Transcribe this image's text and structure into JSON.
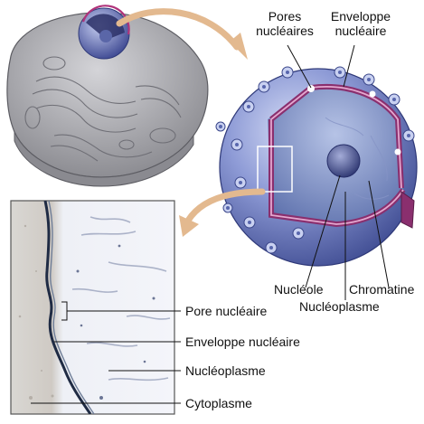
{
  "labels": {
    "pores_nucleaires": "Pores\nnucléaires",
    "enveloppe_nucleaire_top": "Enveloppe\nnucléaire",
    "nucleole": "Nucléole",
    "chromatine": "Chromatine",
    "nucleoplasme_mid": "Nucléoplasme",
    "pore_nucleaire": "Pore nucléaire",
    "enveloppe_nucleaire": "Enveloppe nucléaire",
    "nucleoplasme": "Nucléoplasme",
    "cytoplasme": "Cytoplasme"
  },
  "colors": {
    "nucleus_blue": "#7f8fcc",
    "nucleus_dark": "#3c4a8c",
    "envelope_pink": "#8a2f6e",
    "cell_grey": "#a9a9ad",
    "arrow_tan": "#e3b98f",
    "micrograph_bg": "#eef0f6"
  }
}
